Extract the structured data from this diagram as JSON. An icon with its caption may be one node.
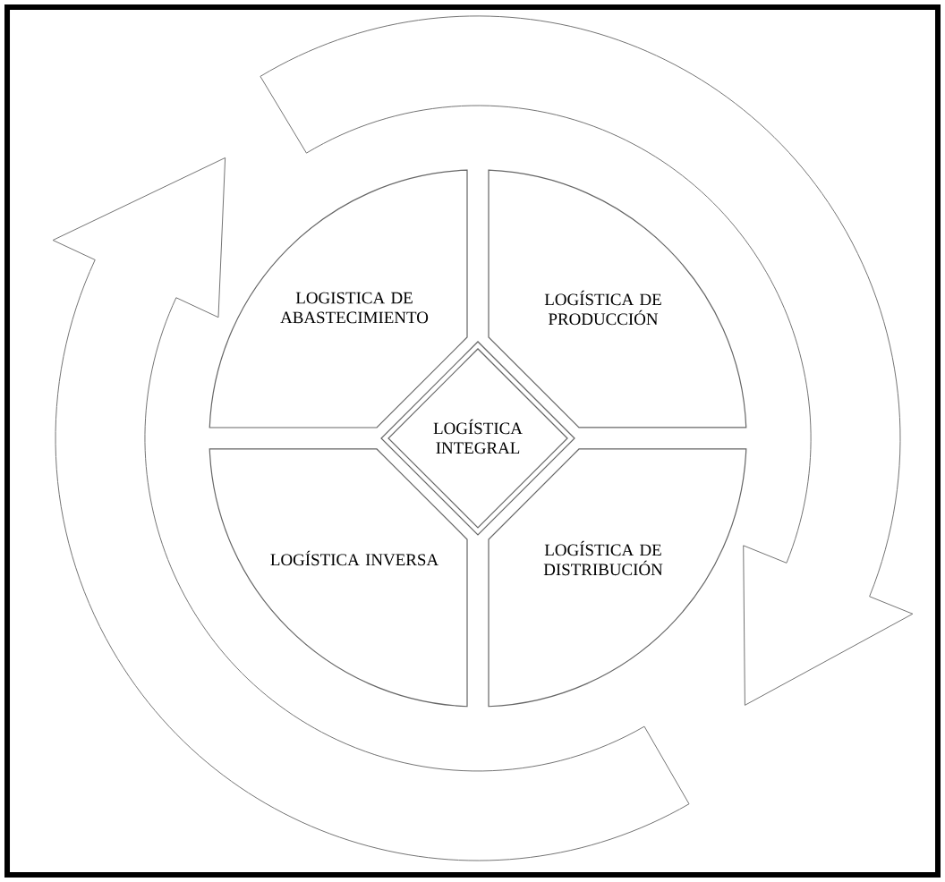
{
  "diagram": {
    "nodes": [
      {
        "text": [
          "LOGISTICA DE ABASTECIMIENTO"
        ]
      },
      {
        "text": [
          "LOGÍSTICA DE PRODUCCIÓN"
        ]
      },
      {
        "text": [
          "LOGÍSTICA INTEGRAL"
        ]
      },
      {
        "text": [
          "LOGÍSTICA INVERSA"
        ]
      },
      {
        "text": [
          "LOGÍSTICA DE DISTRIBUCIÓN"
        ]
      }
    ]
  }
}
